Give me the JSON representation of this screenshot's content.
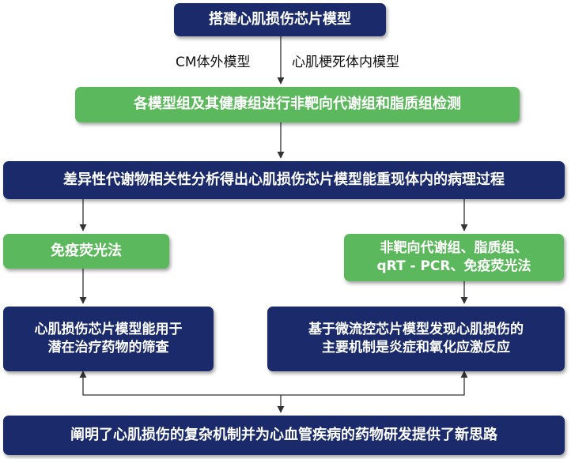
{
  "nodes": {
    "top": "搭建心肌损伤芯片模型",
    "label_left": "CM体外模型",
    "label_right": "心肌梗死体内模型",
    "step2": "各模型组及其健康组进行非靶向代谢组和脂质组检测",
    "step3": "差异性代谢物相关性分析得出心肌损伤芯片模型能重现体内的病理过程",
    "left_method": "免疫荧光法",
    "right_method_line1": "非靶向代谢组、脂质组、",
    "right_method_line2": "qRT - PCR、免疫荧光法",
    "left_result_line1": "心肌损伤芯片模型能用于",
    "left_result_line2": "潜在治疗药物的筛查",
    "right_result_line1": "基于微流控芯片模型发现心肌损伤的",
    "right_result_line2": "主要机制是炎症和氧化应激反应",
    "bottom": "阐明了心肌损伤的复杂机制并为心血管疾病的药物研发提供了新思路"
  },
  "colors": {
    "navy": "#1b2a6b",
    "green": "#5cb85c",
    "arrow": "#333333"
  }
}
